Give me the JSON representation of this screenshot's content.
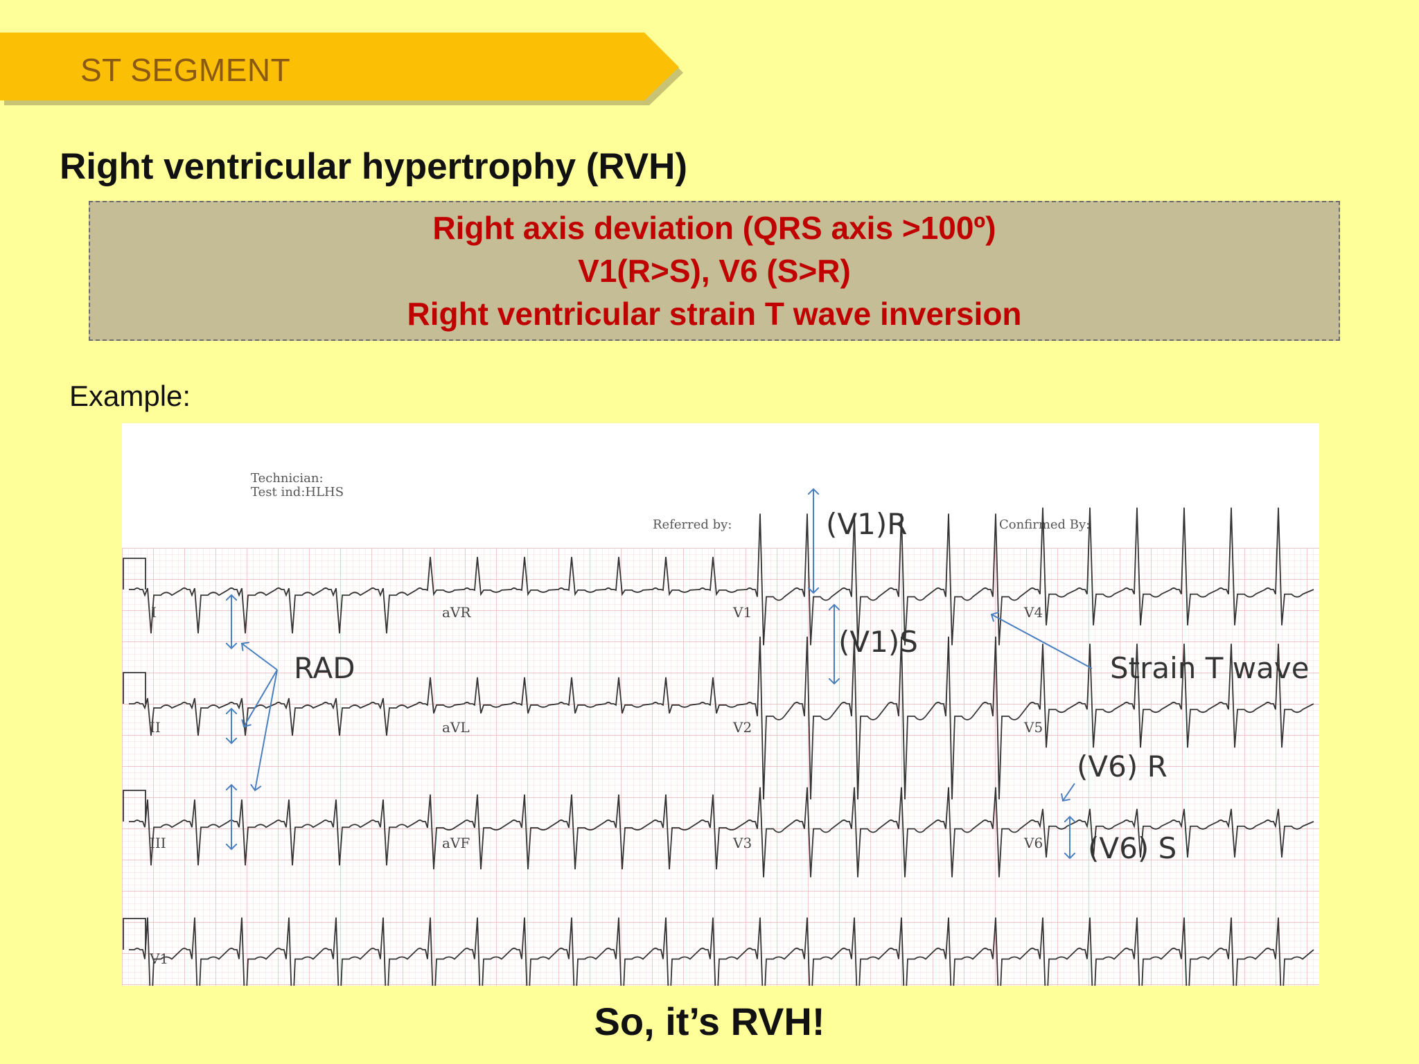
{
  "banner": {
    "label": "ST SEGMENT",
    "color": "#fbbf05"
  },
  "title": "Right ventricular hypertrophy (RVH)",
  "criteria": [
    "Right axis deviation (QRS axis >100º)",
    "V1(R>S), V6 (S>R)",
    "Right ventricular strain T wave inversion"
  ],
  "example_label": "Example:",
  "ecg": {
    "header": {
      "technician": "Technician:",
      "test_ind": "Test ind:HLHS",
      "referred_by": "Referred by:",
      "confirmed_by": "Confirmed By:"
    },
    "leads": {
      "I": "I",
      "II": "II",
      "III": "III",
      "aVR": "aVR",
      "aVL": "aVL",
      "aVF": "aVF",
      "V1": "V1",
      "V2": "V2",
      "V3": "V3",
      "V4": "V4",
      "V5": "V5",
      "V6": "V6",
      "rhythm": "V1"
    },
    "annotations": {
      "rad": "RAD",
      "v1_r": "(V1)R",
      "v1_s": "(V1)S",
      "strain": "Strain T wave",
      "v6_r": "(V6) R",
      "v6_s": "(V6) S"
    },
    "arrow_color": "#4a7fbf"
  },
  "conclusion": "So, it’s RVH!"
}
